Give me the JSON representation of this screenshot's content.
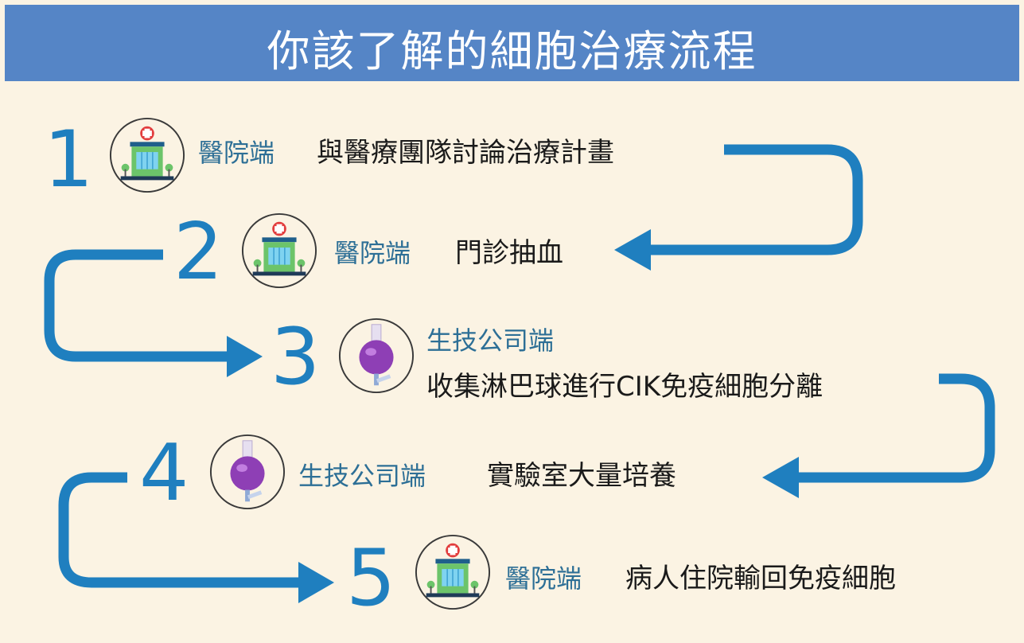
{
  "title": "你該了解的細胞治療流程",
  "steps": [
    {
      "number": "1",
      "side": "醫院端",
      "task": "與醫療團隊討論治療計畫",
      "icon": "hospital-icon"
    },
    {
      "number": "2",
      "side": "醫院端",
      "task": "門診抽血",
      "icon": "hospital-icon"
    },
    {
      "number": "3",
      "side": "生技公司端",
      "task": "收集淋巴球進行CIK免疫細胞分離",
      "icon": "flask-icon"
    },
    {
      "number": "4",
      "side": "生技公司端",
      "task": "實驗室大量培養",
      "icon": "flask-icon"
    },
    {
      "number": "5",
      "side": "醫院端",
      "task": "病人住院輸回免疫細胞",
      "icon": "hospital-icon"
    }
  ],
  "colors": {
    "header": "#5585c6",
    "background": "#fbf3e3",
    "arrow": "#1f7fbf",
    "number": "#1f7fbf",
    "side_text": "#2d6f96",
    "task_text": "#1a1a1a"
  }
}
